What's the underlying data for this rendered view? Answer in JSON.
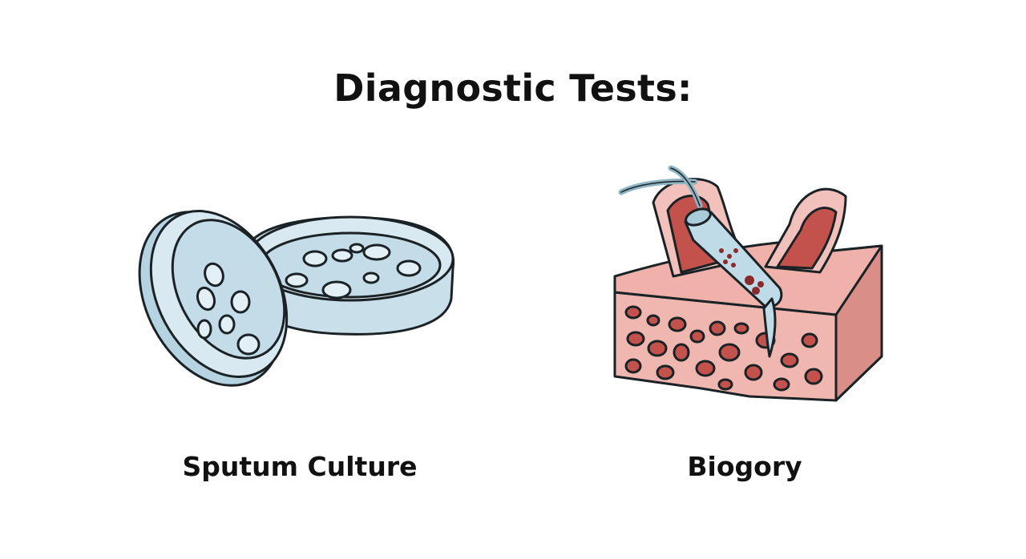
{
  "title": "Diagnostic Tests:",
  "tests": [
    {
      "label": "Sputum Culture",
      "illustration": "petri-dish-icon"
    },
    {
      "label": "Biogory",
      "illustration": "tissue-biopsy-icon"
    }
  ],
  "colors": {
    "outline": "#1a2226",
    "dish_fill": "#d8e9f1",
    "dish_shade": "#b6d3e1",
    "tissue_fill": "#f0b7b0",
    "tissue_shade": "#d98e88",
    "tissue_dark": "#c3524d",
    "needle_fill": "#bfdbe7"
  }
}
